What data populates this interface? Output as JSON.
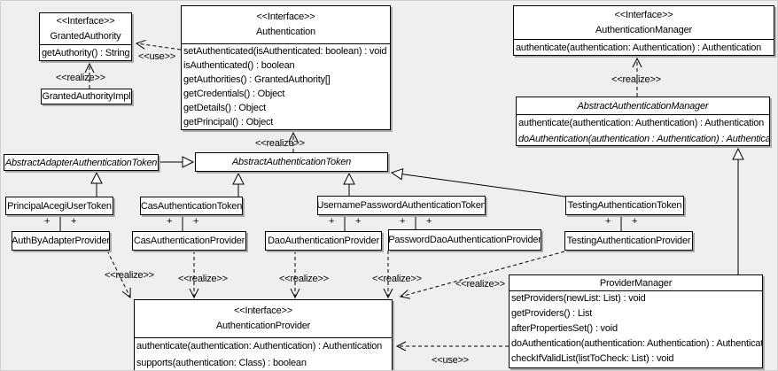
{
  "colors": {
    "background": "#efefef",
    "box_fill": "#ffffff",
    "line": "#000000",
    "shadow": "#ababab"
  },
  "labels": {
    "stereotype_interface": "<<Interface>>",
    "use": "<<use>>",
    "realize": "<<realize>>",
    "plus": "+"
  },
  "classes": {
    "granted_authority": {
      "stereotype": "<<Interface>>",
      "name": "GrantedAuthority",
      "methods": [
        "getAuthority() : String"
      ]
    },
    "granted_authority_impl": {
      "name": "GrantedAuthorityImpl"
    },
    "authentication": {
      "stereotype": "<<Interface>>",
      "name": "Authentication",
      "methods": [
        "setAuthenticated(isAuthenticated: boolean) : void",
        "isAuthenticated() : boolean",
        "getAuthorities() : GrantedAuthority[]",
        "getCredentials() : Object",
        "getDetails() : Object",
        "getPrincipal() : Object"
      ]
    },
    "authentication_manager": {
      "stereotype": "<<Interface>>",
      "name": "AuthenticationManager",
      "methods": [
        "authenticate(authentication: Authentication) : Authentication"
      ]
    },
    "abstract_authentication_manager": {
      "name": "AbstractAuthenticationManager",
      "abstract": true,
      "methods": [
        "authenticate(authentication: Authentication) : Authentication",
        "doAuthentication(authentication : Authentication) : Authentication"
      ]
    },
    "abstract_adapter_authentication_token": {
      "name": "AbstractAdapterAuthenticationToken",
      "abstract": true
    },
    "abstract_authentication_token": {
      "name": "AbstractAuthenticationToken",
      "abstract": true
    },
    "principal_acegi_user_token": {
      "name": "PrincipalAcegiUserToken"
    },
    "cas_authentication_token": {
      "name": "CasAuthenticationToken"
    },
    "username_password_authentication_token": {
      "name": "UsernamePasswordAuthenticationToken"
    },
    "testing_authentication_token": {
      "name": "TestingAuthenticationToken"
    },
    "auth_by_adapter_provider": {
      "name": "AuthByAdapterProvider"
    },
    "cas_authentication_provider": {
      "name": "CasAuthenticationProvider"
    },
    "dao_authentication_provider": {
      "name": "DaoAuthenticationProvider"
    },
    "password_dao_authentication_provider": {
      "name": "PasswordDaoAuthenticationProvider"
    },
    "testing_authentication_provider": {
      "name": "TestingAuthenticationProvider"
    },
    "authentication_provider": {
      "stereotype": "<<Interface>>",
      "name": "AuthenticationProvider",
      "methods": [
        "authenticate(authentication: Authentication) : Authentication",
        "supports(authentication: Class) : boolean"
      ]
    },
    "provider_manager": {
      "name": "ProviderManager",
      "methods": [
        "setProviders(newList: List) : void",
        "getProviders() : List",
        "afterPropertiesSet() : void",
        "doAuthentication(authentication: Authentication) : Authentication",
        "checkIfValidList(listToCheck: List) : void"
      ]
    }
  }
}
